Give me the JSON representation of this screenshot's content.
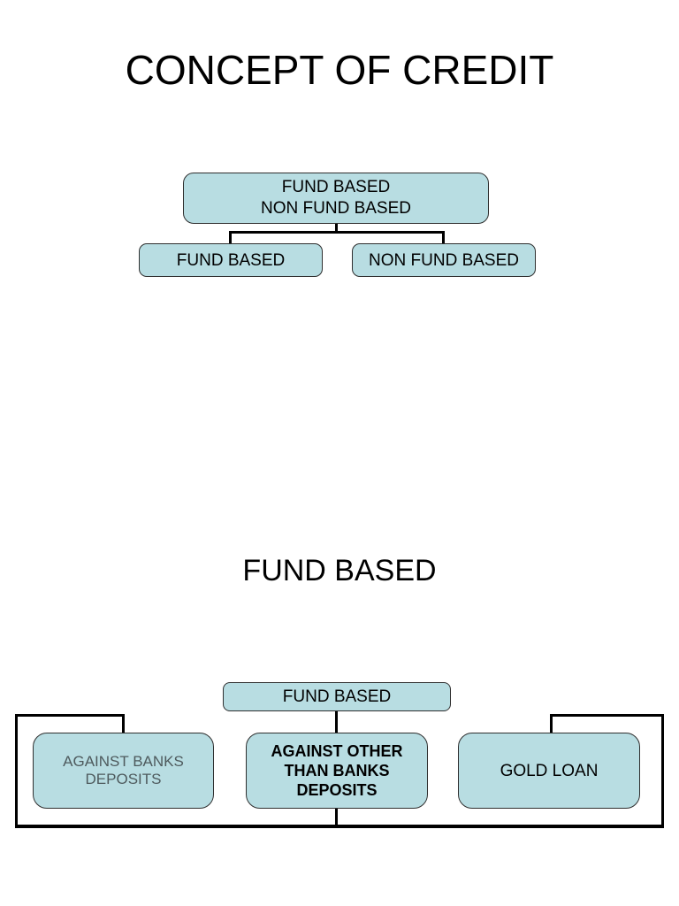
{
  "colors": {
    "box_fill": "#b8dde2",
    "box_border": "#2f2f2f",
    "connector": "#000000",
    "muted_text": "#4e5a5d",
    "title_text": "#000000"
  },
  "slide1": {
    "title": "CONCEPT OF CREDIT",
    "chart": {
      "type": "flowchart",
      "root": {
        "lines": [
          "FUND BASED",
          "NON FUND BASED"
        ]
      },
      "children": [
        {
          "label": "FUND BASED"
        },
        {
          "label": "NON FUND BASED"
        }
      ]
    }
  },
  "slide2": {
    "title": "FUND BASED",
    "chart": {
      "type": "flowchart",
      "root": {
        "label": "FUND BASED"
      },
      "children": [
        {
          "label": "AGAINST BANKS DEPOSITS",
          "emphasis": "muted"
        },
        {
          "label": "AGAINST OTHER THAN BANKS DEPOSITS",
          "emphasis": "bold"
        },
        {
          "label": "GOLD LOAN",
          "emphasis": "normal"
        }
      ]
    }
  }
}
